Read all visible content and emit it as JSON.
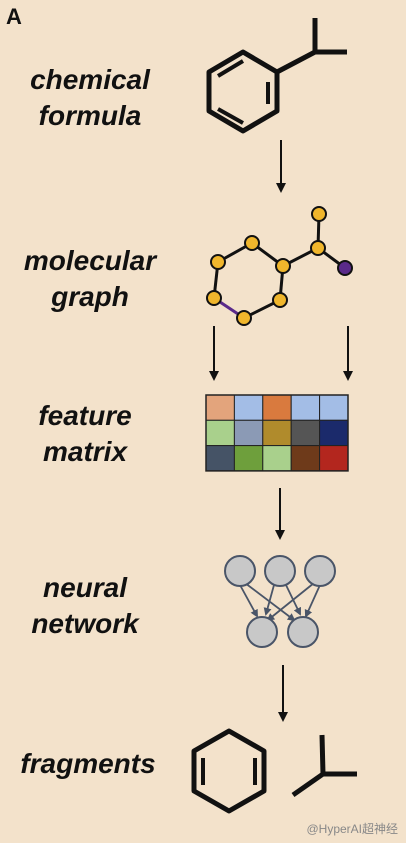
{
  "panel_label": "A",
  "steps": [
    {
      "id": "chemical-formula",
      "lines": [
        "chemical",
        "formula"
      ]
    },
    {
      "id": "molecular-graph",
      "lines": [
        "molecular",
        "graph"
      ]
    },
    {
      "id": "feature-matrix",
      "lines": [
        "feature",
        "matrix"
      ]
    },
    {
      "id": "neural-network",
      "lines": [
        "neural",
        "network"
      ]
    },
    {
      "id": "fragments",
      "lines": [
        "fragments"
      ]
    }
  ],
  "feature_matrix": {
    "rows": 3,
    "cols": 5,
    "colors": [
      [
        "#e3a47c",
        "#a3bde6",
        "#d97a3e",
        "#a3bde6",
        "#a3bde6"
      ],
      [
        "#a9d08c",
        "#8b9ab5",
        "#b08b2c",
        "#555555",
        "#1b2a6b"
      ],
      [
        "#455366",
        "#6e9f3c",
        "#a9d08c",
        "#6e3a1a",
        "#b3261e"
      ]
    ]
  },
  "colors": {
    "background": "#f3e2cb",
    "node_fill": "#f0b62c",
    "node_accent": "#5a2a8a",
    "neuron_fill": "#c8c8c8"
  },
  "watermark": "@HyperAI超神经"
}
